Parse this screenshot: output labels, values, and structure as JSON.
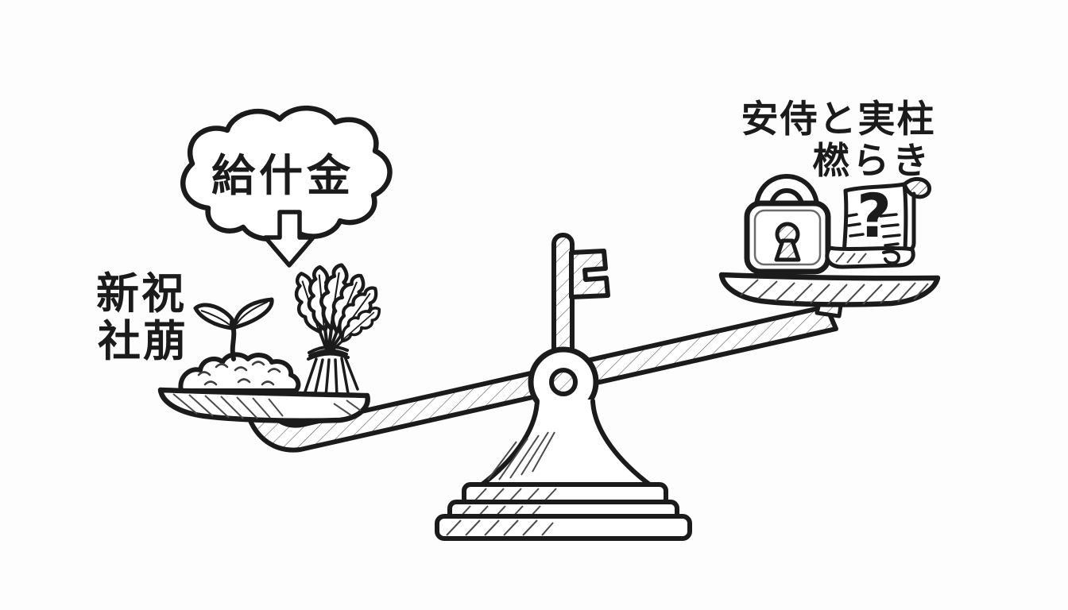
{
  "colors": {
    "background": "#fdfdfd",
    "ink": "#1b1b1b"
  },
  "cloud": {
    "label": "給什金"
  },
  "left_caption": {
    "line1": "新祝",
    "line2": "社萠"
  },
  "right_caption": {
    "line1": "安侍と実柱",
    "line2": "橪らき"
  },
  "scroll": {
    "symbol": "?"
  },
  "left_pan": {
    "items": [
      "soil-mound",
      "sprout",
      "wheat-bundle"
    ],
    "position": "lower"
  },
  "right_pan": {
    "items": [
      "padlock",
      "question-scroll"
    ],
    "position": "higher"
  }
}
